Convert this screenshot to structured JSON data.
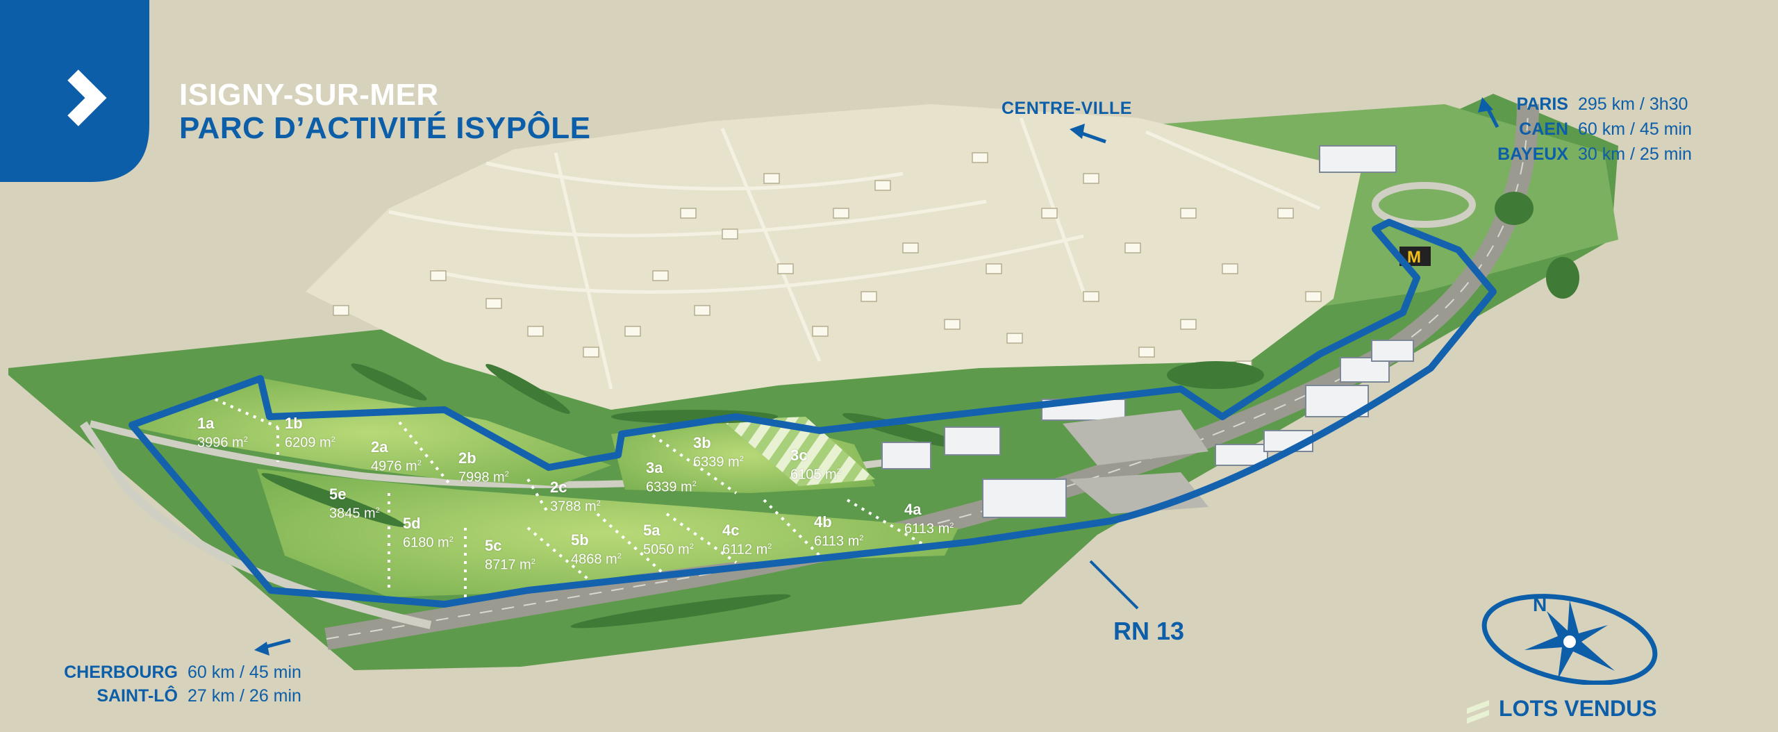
{
  "header": {
    "title_line1": "ISIGNY-SUR-MER",
    "title_line2": "PARC D’ACTIVITÉ ISYPÔLE",
    "badge_icon": "chevron-right-icon"
  },
  "destinations_top": [
    {
      "city": "PARIS",
      "distance": "295 km / 3h30"
    },
    {
      "city": "CAEN",
      "distance": "60 km / 45 min"
    },
    {
      "city": "BAYEUX",
      "distance": "30 km / 25 min"
    }
  ],
  "destinations_bottom": [
    {
      "city": "CHERBOURG",
      "distance": "60 km / 45 min"
    },
    {
      "city": "SAINT-LÔ",
      "distance": "27 km / 26 min"
    }
  ],
  "map_labels": {
    "centre_ville": "CENTRE-VILLE",
    "road": "RN 13"
  },
  "legend": {
    "sold_lots_label": "LOTS VENDUS",
    "compass_letter": "N"
  },
  "lots": [
    {
      "id": "1a",
      "area": "3996 m",
      "unit_sup": "2"
    },
    {
      "id": "1b",
      "area": "6209 m",
      "unit_sup": "2"
    },
    {
      "id": "2a",
      "area": "4976 m",
      "unit_sup": "2"
    },
    {
      "id": "2b",
      "area": "7998 m",
      "unit_sup": "2"
    },
    {
      "id": "2c",
      "area": "3788 m",
      "unit_sup": "2"
    },
    {
      "id": "3a",
      "area": "6339 m",
      "unit_sup": "2"
    },
    {
      "id": "3b",
      "area": "6339 m",
      "unit_sup": "2"
    },
    {
      "id": "3c",
      "area": "6105 m",
      "unit_sup": "2",
      "sold": true
    },
    {
      "id": "4a",
      "area": "6113 m",
      "unit_sup": "2"
    },
    {
      "id": "4b",
      "area": "6113 m",
      "unit_sup": "2"
    },
    {
      "id": "4c",
      "area": "6112 m",
      "unit_sup": "2"
    },
    {
      "id": "5a",
      "area": "5050 m",
      "unit_sup": "2"
    },
    {
      "id": "5b",
      "area": "4868 m",
      "unit_sup": "2"
    },
    {
      "id": "5c",
      "area": "8717 m",
      "unit_sup": "2"
    },
    {
      "id": "5d",
      "area": "6180 m",
      "unit_sup": "2"
    },
    {
      "id": "5e",
      "area": "3845 m",
      "unit_sup": "2"
    }
  ],
  "colors": {
    "brand_blue": "#0d5ea8",
    "background": "#d6d2bc",
    "grass": "#5e9a4c",
    "lot_green": "#8cbf5c",
    "town": "#e6e2cc"
  }
}
